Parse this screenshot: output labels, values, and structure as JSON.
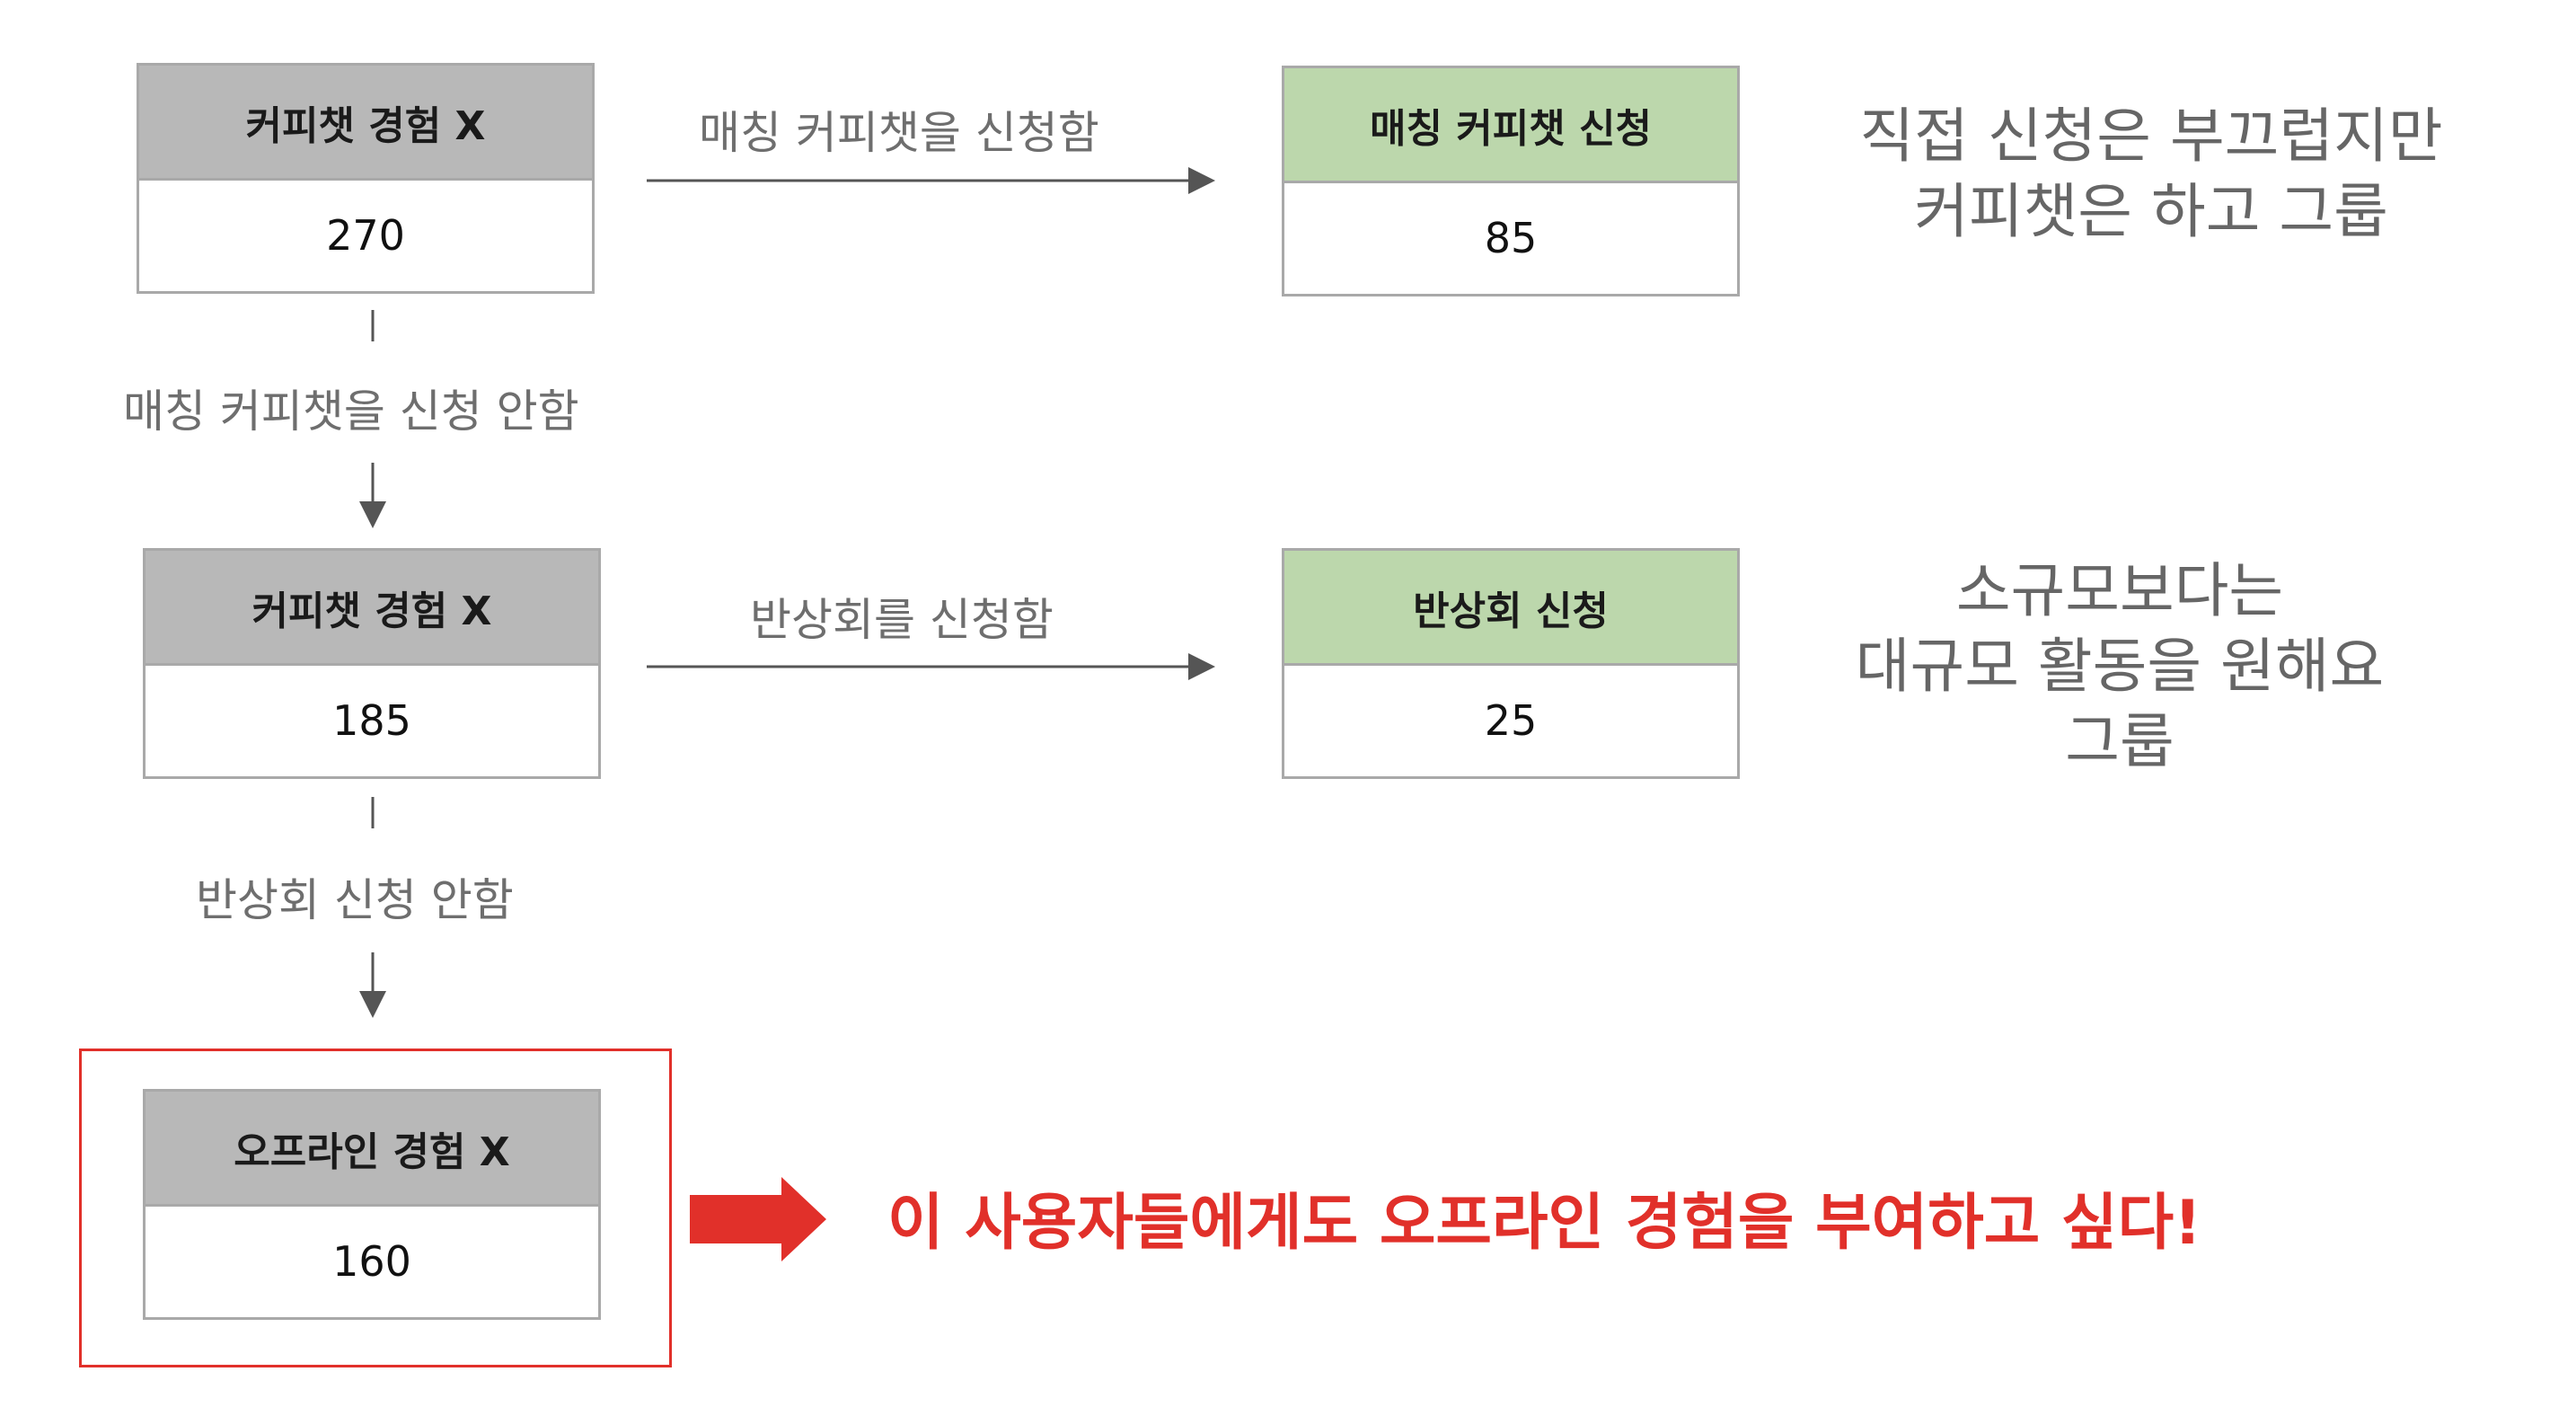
{
  "nodes": {
    "box1": {
      "title": "커피챗 경험 X",
      "value": "270"
    },
    "box2": {
      "title": "매칭 커피챗 신청",
      "value": "85"
    },
    "box3": {
      "title": "커피챗 경험 X",
      "value": "185"
    },
    "box4": {
      "title": "반상회 신청",
      "value": "25"
    },
    "box5": {
      "title": "오프라인 경험 X",
      "value": "160"
    }
  },
  "edges": {
    "e1": "매칭 커피챗을 신청함",
    "e2": "매칭 커피챗을 신청 안함",
    "e3": "반상회를 신청함",
    "e4": "반상회 신청 안함"
  },
  "notes": {
    "n1": [
      "직접 신청은 부끄럽지만",
      "커피챗은 하고 그룹"
    ],
    "n2": [
      "소규모보다는",
      "대규모 활동을 원해요",
      "그룹"
    ]
  },
  "callout": "이 사용자들에게도 오프라인 경험을 부여하고 싶다!",
  "colors": {
    "header_gray": "#b8b8b8",
    "header_green": "#bcd7ac",
    "accent_red": "#e1302a",
    "arrow_gray": "#555555"
  }
}
